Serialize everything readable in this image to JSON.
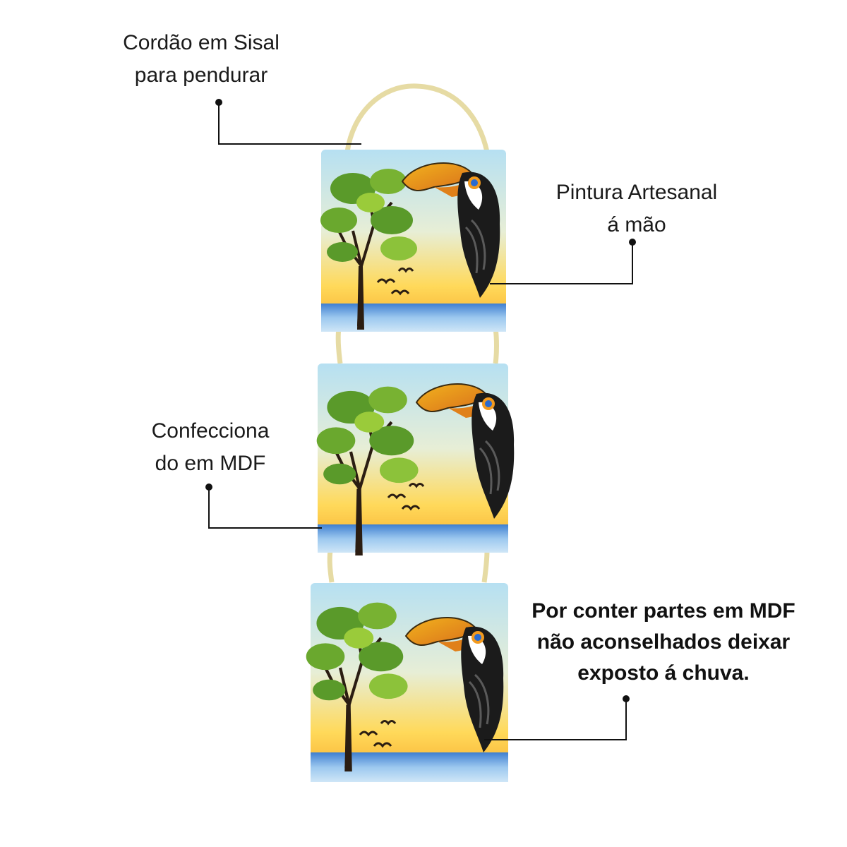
{
  "callouts": {
    "sisal": "Cordão em Sisal\npara pendurar",
    "pintura": "Pintura Artesanal\ná mão",
    "mdf": "Confecciona\ndo em MDF",
    "chuva": "Por conter partes em MDF\nnão aconselhados deixar\nexposto á chuva."
  },
  "colors": {
    "sky_top": "#a9d8ee",
    "sky_bottom": "#ffd24a",
    "horizon": "#f7a92a",
    "water": "#4f8fd6",
    "foliage": "#5a9a2a",
    "foliage_light": "#9acb3a",
    "toucan_beak": "#f29a1e",
    "toucan_body": "#1b1b1b",
    "sisal": "#e6dba4",
    "leader_line": "#111111"
  }
}
